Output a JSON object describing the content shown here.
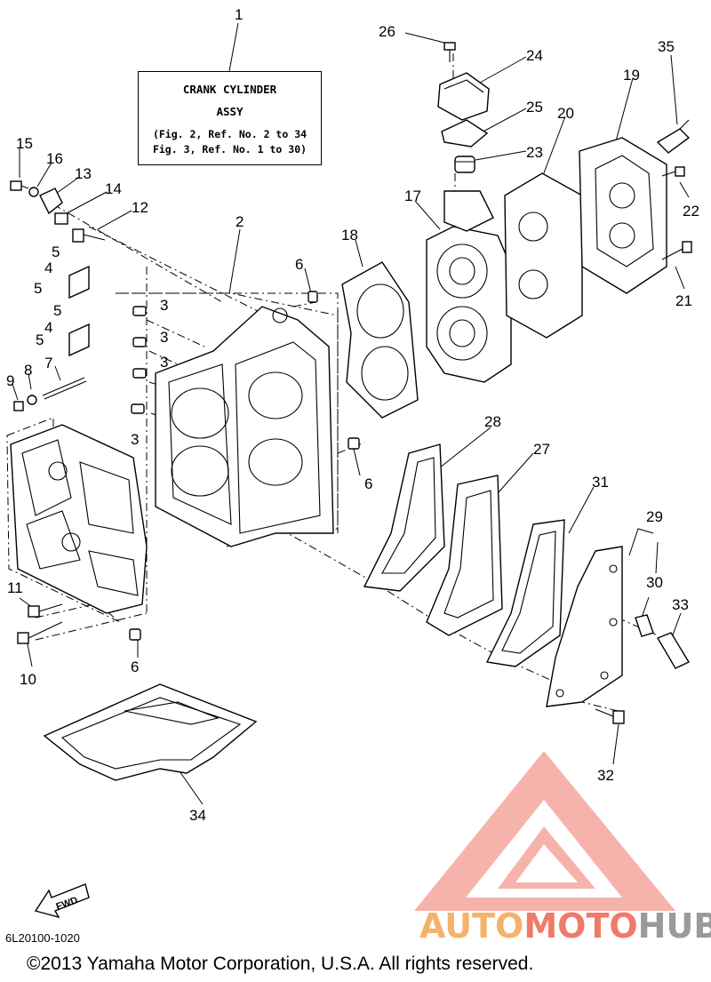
{
  "assembly_note": {
    "title_line1": "CRANK CYLINDER",
    "title_line2": "ASSY",
    "ref_line1": "(Fig. 2, Ref. No. 2 to 34",
    "ref_line2": "Fig. 3, Ref. No. 1 to 30)"
  },
  "fwd_label": "FWD",
  "diagram_code": "6L20100-1020",
  "copyright": "©2013 Yamaha Motor Corporation, U.S.A. All rights reserved.",
  "watermark": {
    "part1": "AUTO",
    "part2": "MOTO",
    "part3": "HUB",
    "colors": [
      "#f4b36a",
      "#f07a6a",
      "#9a9a9a"
    ]
  },
  "callouts": {
    "c1": "1",
    "c2": "2",
    "c3a": "3",
    "c3b": "3",
    "c3c": "3",
    "c3d": "3",
    "c4a": "4",
    "c4b": "4",
    "c5a": "5",
    "c5b": "5",
    "c5c": "5",
    "c5d": "5",
    "c6a": "6",
    "c6b": "6",
    "c6c": "6",
    "c7": "7",
    "c8": "8",
    "c9": "9",
    "c10": "10",
    "c11": "11",
    "c12": "12",
    "c13": "13",
    "c14": "14",
    "c15": "15",
    "c16": "16",
    "c17": "17",
    "c18": "18",
    "c19": "19",
    "c20": "20",
    "c21": "21",
    "c22": "22",
    "c23": "23",
    "c24": "24",
    "c25": "25",
    "c26": "26",
    "c27": "27",
    "c28": "28",
    "c29": "29",
    "c30": "30",
    "c31": "31",
    "c32": "32",
    "c33": "33",
    "c34": "34",
    "c35": "35"
  }
}
